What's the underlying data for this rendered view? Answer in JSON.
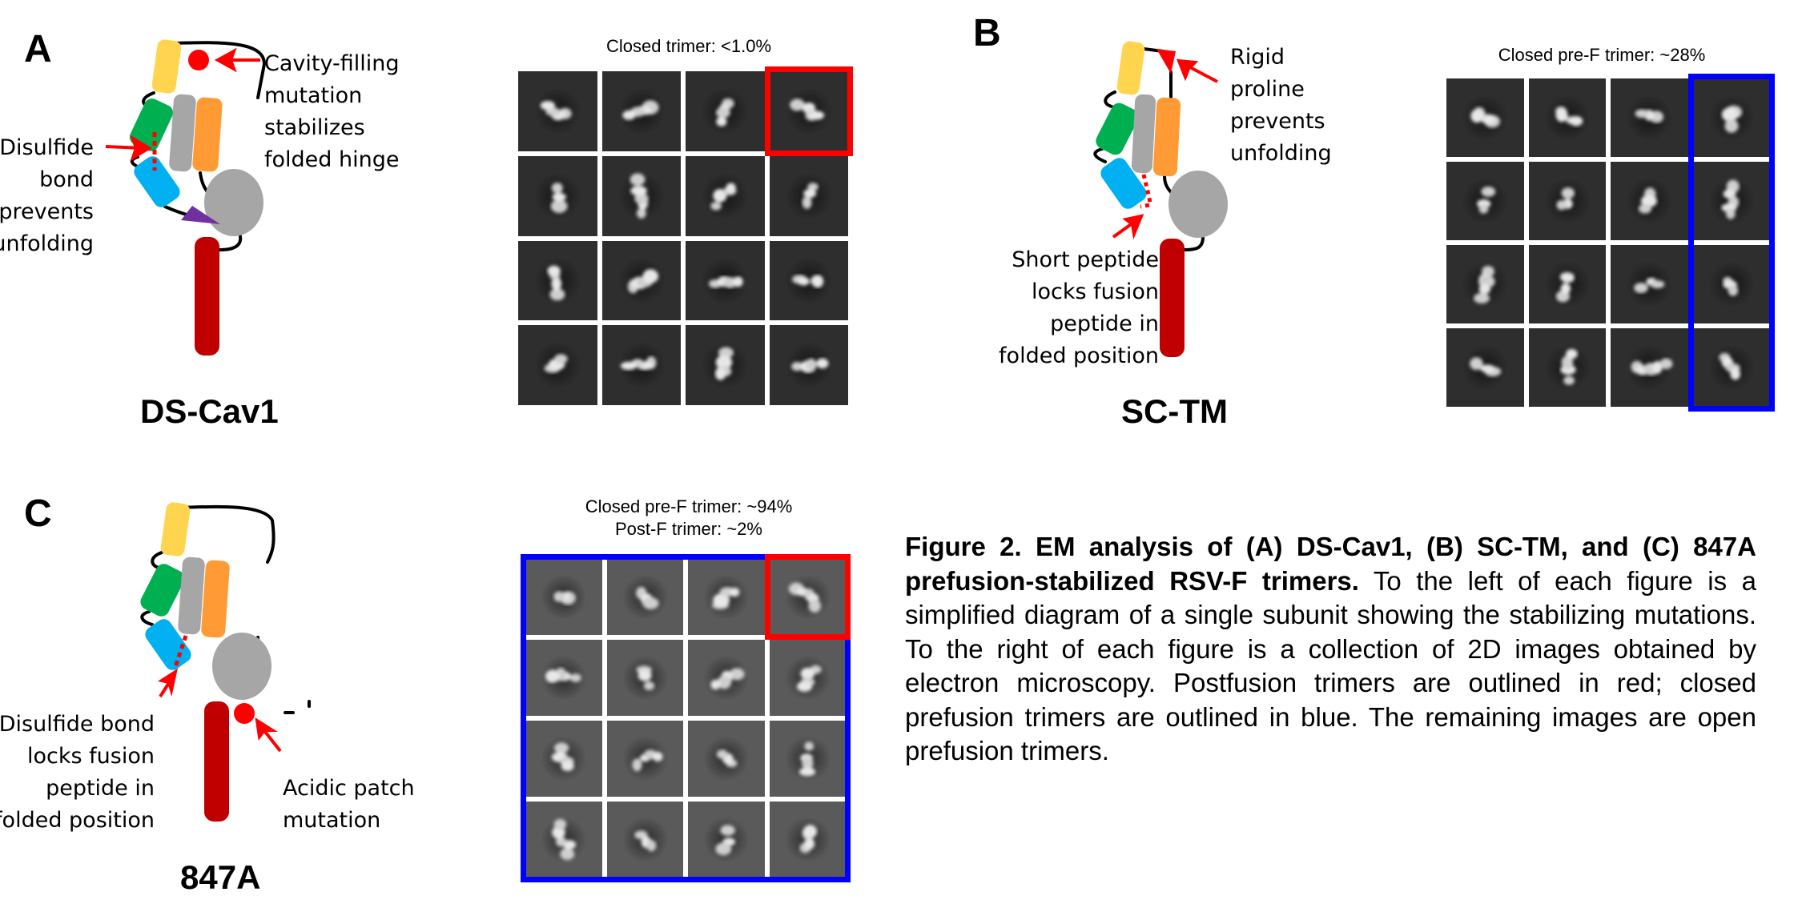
{
  "figure": {
    "caption": {
      "bold": "Figure 2. EM analysis of (A) DS-Cav1, (B) SC-TM, and (C) 847A prefusion-stabilized RSV-F trimers.",
      "text": " To the left of each figure is a simplified diagram of a single subunit showing the stabilizing mutations. To the right of each figure is a collection of 2D images obtained by electron microscopy. Postfusion trimers are outlined in red; closed prefusion trimers are outlined in blue. The remaining images are open prefusion trimers."
    },
    "colors": {
      "postfusion_outline": "#ff0000",
      "closed_prefusion_outline": "#0000ff",
      "domain_yellow": "#ffd54f",
      "domain_green": "#00b050",
      "domain_blue": "#00b0f0",
      "domain_gray": "#a6a6a6",
      "domain_orange": "#ff9a35",
      "transmembrane_darkred": "#c00000",
      "mutation_red": "#ff0000",
      "fusion_peptide_purple": "#7030a0"
    },
    "panels": [
      {
        "letter": "A",
        "construct": "DS-Cav1",
        "annotations": [
          {
            "lines": [
              "Cavity-filling",
              "mutation",
              "stabilizes",
              "folded hinge"
            ]
          },
          {
            "lines": [
              "Disulfide",
              "bond",
              "prevents",
              "unfolding"
            ]
          }
        ],
        "em": {
          "title_lines": [
            "Closed trimer: <1.0%"
          ],
          "rows": 4,
          "cols": 4,
          "postfusion_cells": [
            [
              0,
              3
            ]
          ],
          "closed_prefusion_cells": []
        }
      },
      {
        "letter": "B",
        "construct": "SC-TM",
        "annotations": [
          {
            "lines": [
              "Rigid",
              "proline",
              "prevents",
              "unfolding"
            ]
          },
          {
            "lines": [
              "Short peptide",
              "locks fusion",
              "peptide  in",
              "folded position"
            ]
          }
        ],
        "em": {
          "title_lines": [
            "Closed pre-F trimer: ~28%"
          ],
          "rows": 4,
          "cols": 4,
          "postfusion_cells": [],
          "closed_prefusion_cells": [
            [
              0,
              3
            ],
            [
              1,
              3
            ],
            [
              2,
              3
            ],
            [
              3,
              3
            ]
          ]
        }
      },
      {
        "letter": "C",
        "construct": "847A",
        "annotations": [
          {
            "lines": [
              "Disulfide bond",
              "locks fusion",
              "peptide  in",
              "folded position"
            ]
          },
          {
            "lines": [
              "Acidic patch",
              "mutation"
            ]
          }
        ],
        "em": {
          "title_lines": [
            "Closed pre-F trimer: ~94%",
            "Post-F trimer: ~2%"
          ],
          "rows": 4,
          "cols": 4,
          "postfusion_cells": [
            [
              0,
              3
            ]
          ],
          "closed_prefusion_cells": "all"
        }
      }
    ]
  }
}
